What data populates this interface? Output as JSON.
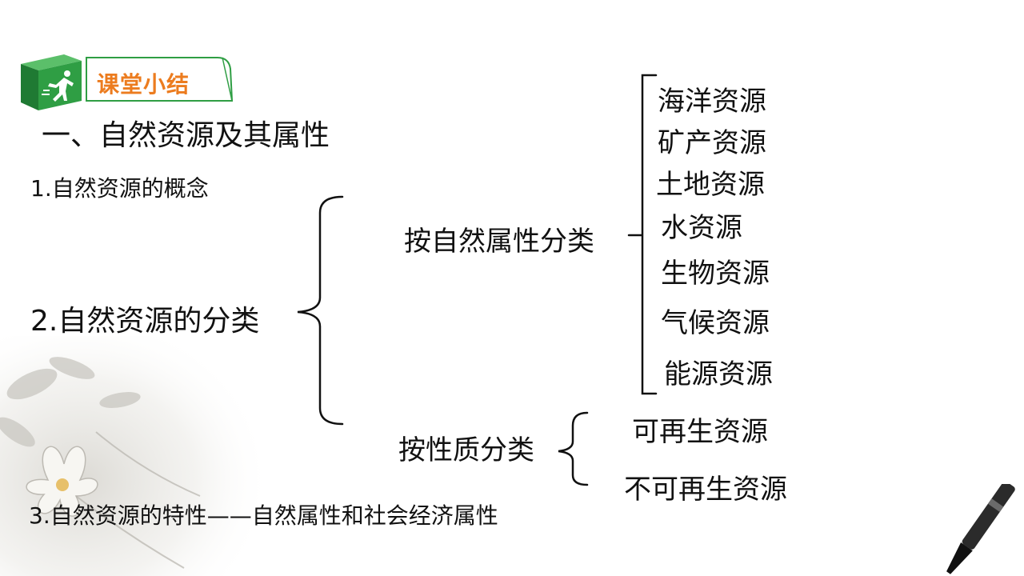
{
  "badge": {
    "label": "课堂小结",
    "cube_color": "#2f9e44",
    "text_color": "#ec7c1f"
  },
  "heading": "一、自然资源及其属性",
  "items": {
    "concept": "1.自然资源的概念",
    "classification": "2.自然资源的分类",
    "traits": "3.自然资源的特性——自然属性和社会经济属性"
  },
  "by_natural_attribute": {
    "label": "按自然属性分类",
    "leaves": [
      "海洋资源",
      "矿产资源",
      "土地资源",
      "水资源",
      "生物资源",
      "气候资源",
      "能源资源"
    ]
  },
  "by_nature": {
    "label": "按性质分类",
    "leaves": [
      "可再生资源",
      "不可再生资源"
    ]
  }
}
